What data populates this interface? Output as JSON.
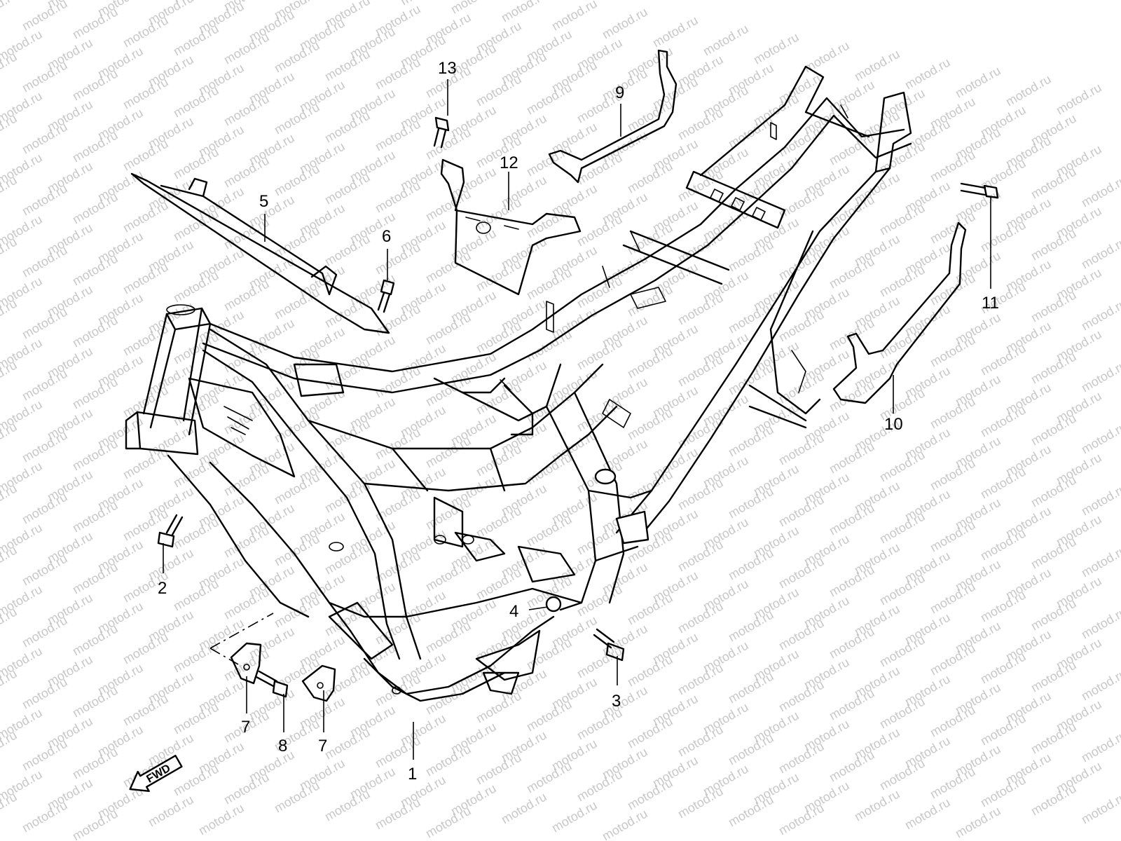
{
  "watermark": {
    "text": "motod.ru",
    "color": "#c8c8c8"
  },
  "direction_label": "FWD",
  "callouts": [
    {
      "id": "1",
      "label": "1",
      "part": "frame"
    },
    {
      "id": "2",
      "label": "2",
      "part": "bolt"
    },
    {
      "id": "3",
      "label": "3",
      "part": "bolt"
    },
    {
      "id": "4",
      "label": "4",
      "part": "nut"
    },
    {
      "id": "5",
      "label": "5",
      "part": "brace"
    },
    {
      "id": "6",
      "label": "6",
      "part": "bolt"
    },
    {
      "id": "7a",
      "label": "7",
      "part": "bracket"
    },
    {
      "id": "7b",
      "label": "7",
      "part": "bracket"
    },
    {
      "id": "8",
      "label": "8",
      "part": "bolt"
    },
    {
      "id": "9",
      "label": "9",
      "part": "bracket"
    },
    {
      "id": "10",
      "label": "10",
      "part": "bracket"
    },
    {
      "id": "11",
      "label": "11",
      "part": "bolt"
    },
    {
      "id": "12",
      "label": "12",
      "part": "bracket"
    },
    {
      "id": "13",
      "label": "13",
      "part": "bolt"
    }
  ]
}
